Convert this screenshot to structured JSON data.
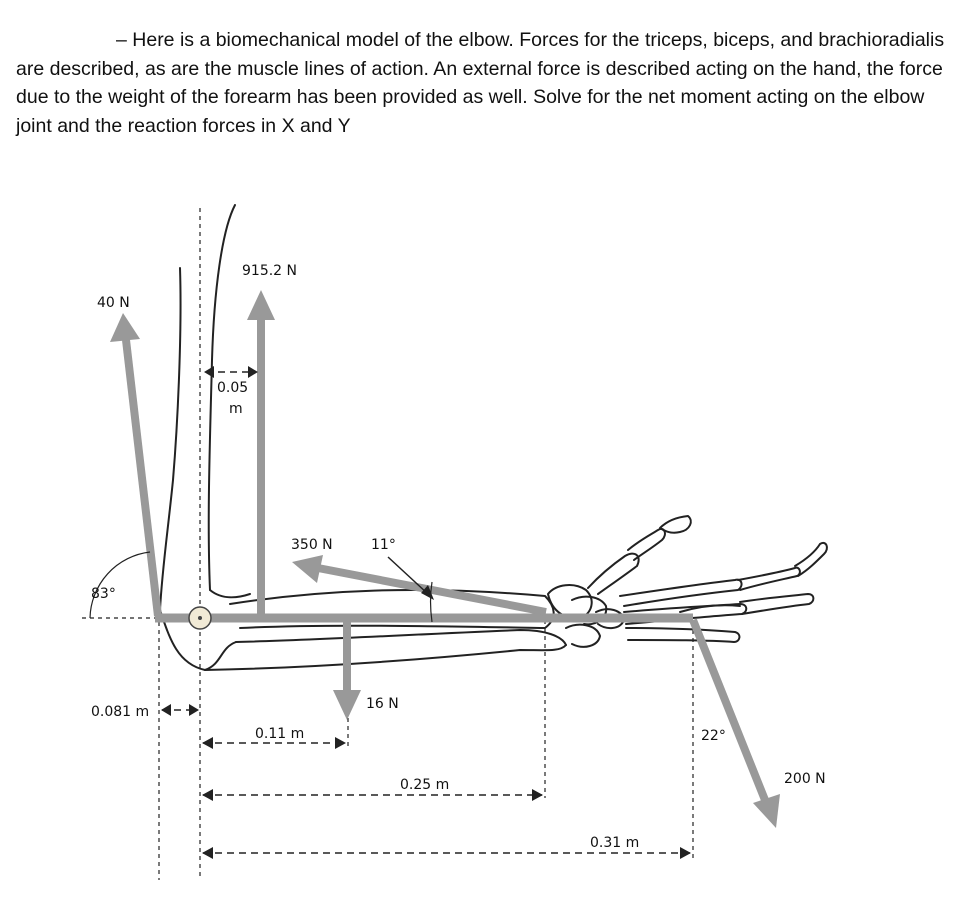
{
  "problem_text": "– Here is a biomechanical model of the elbow. Forces for the triceps, biceps, and brachioradialis are described, as are the muscle lines of action. An external force is described acting on the hand, the force due to the weight of the forearm has been provided as well. Solve for the net moment acting on the elbow joint and the reaction forces in X and Y",
  "forces": {
    "triceps": "40 N",
    "biceps": "915.2 N",
    "brachioradialis": "350 N",
    "forearm_weight": "16 N",
    "external": "200 N"
  },
  "angles": {
    "triceps": "83°",
    "brachioradialis": "11°",
    "external": "22°"
  },
  "distances": {
    "triceps": "0.081 m",
    "biceps_line1": "0.05",
    "biceps_line2": "m",
    "forearm_weight": "0.11 m",
    "brachioradialis": "0.25 m",
    "external": "0.31 m"
  },
  "colors": {
    "force_arrow": "#999999",
    "bone_outline": "#222222",
    "joint_fill": "#f1ead6"
  }
}
